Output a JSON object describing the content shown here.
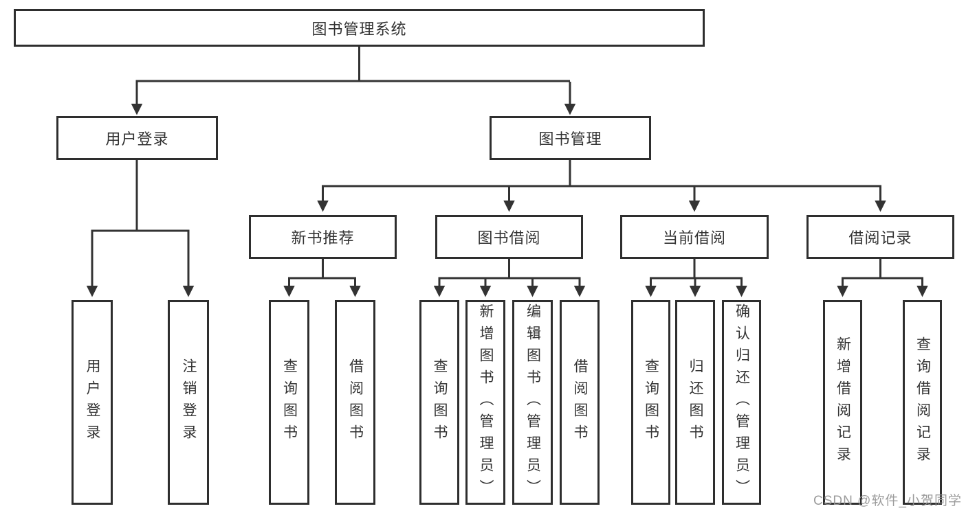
{
  "tree": {
    "label": "图书管理系统",
    "children": [
      {
        "label": "用户登录",
        "children": [
          {
            "label": "用户登录"
          },
          {
            "label": "注销登录"
          }
        ]
      },
      {
        "label": "图书管理",
        "children": [
          {
            "label": "新书推荐",
            "children": [
              {
                "label": "查询图书"
              },
              {
                "label": "借阅图书"
              }
            ]
          },
          {
            "label": "图书借阅",
            "children": [
              {
                "label": "查询图书"
              },
              {
                "label": "新增图书（管理员）"
              },
              {
                "label": "编辑图书（管理员）"
              },
              {
                "label": "借阅图书"
              }
            ]
          },
          {
            "label": "当前借阅",
            "children": [
              {
                "label": "查询图书"
              },
              {
                "label": "归还图书"
              },
              {
                "label": "确认归还（管理员）"
              }
            ]
          },
          {
            "label": "借阅记录",
            "children": [
              {
                "label": "新增借阅记录"
              },
              {
                "label": "查询借阅记录"
              }
            ]
          }
        ]
      }
    ]
  },
  "watermark": {
    "text": "CSDN @软件_小贺同学"
  },
  "colors": {
    "line": "#333333",
    "box_border": "#2e2e2e",
    "text": "#333333",
    "watermark": "#949494",
    "background": "#ffffff"
  }
}
